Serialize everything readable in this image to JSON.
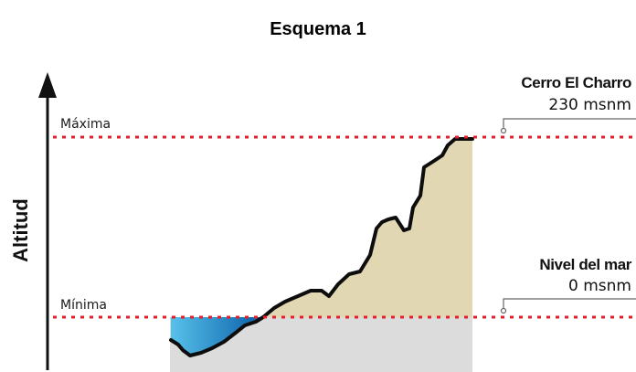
{
  "title": "Esquema 1",
  "axis_label": "Altitud",
  "levels": {
    "max_label": "Máxima",
    "min_label": "Mínima"
  },
  "annotations": {
    "top": {
      "name": "Cerro El Charro",
      "value": "230 msnm"
    },
    "bottom": {
      "name": "Nivel del mar",
      "value": "0 msnm"
    }
  },
  "colors": {
    "land": "#e2d7b3",
    "base": "#dcdcdc",
    "water_light": "#57c1ea",
    "water_dark": "#0a5ea8",
    "dashed_line": "#e0202a",
    "outline": "#0d0d0d"
  }
}
